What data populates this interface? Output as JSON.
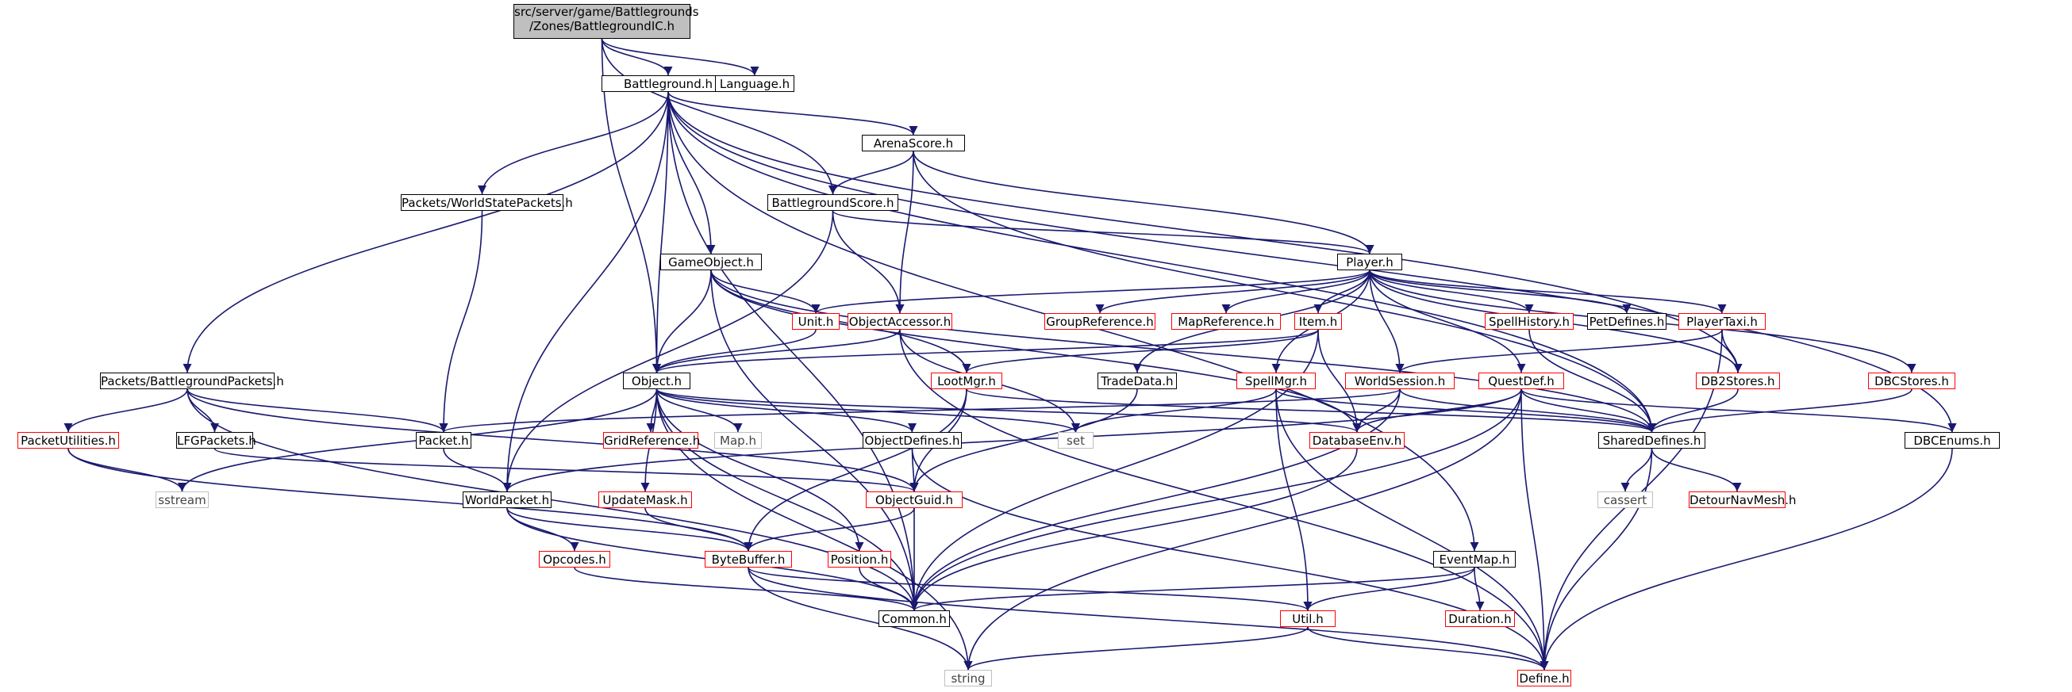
{
  "diagram": {
    "edge_color": "#191970",
    "node_border_colors": {
      "documented": "#000000",
      "incomplete": "#ff0000",
      "external": "#bfbfbf"
    },
    "root_fill": "#bfbfbf",
    "nodes": [
      {
        "id": "root",
        "label": "src/server/game/Battlegrounds\n/Zones/BattlegroundIC.h",
        "kind": "root"
      },
      {
        "id": "battleground",
        "label": "Battleground.h",
        "kind": "normal"
      },
      {
        "id": "language",
        "label": "Language.h",
        "kind": "normal"
      },
      {
        "id": "arenascore",
        "label": "ArenaScore.h",
        "kind": "normal"
      },
      {
        "id": "worldstatepackets",
        "label": "Packets/WorldStatePackets.h",
        "kind": "normal"
      },
      {
        "id": "bgscore",
        "label": "BattlegroundScore.h",
        "kind": "normal"
      },
      {
        "id": "gameobject",
        "label": "GameObject.h",
        "kind": "normal"
      },
      {
        "id": "player",
        "label": "Player.h",
        "kind": "normal"
      },
      {
        "id": "groupref",
        "label": "GroupReference.h",
        "kind": "red"
      },
      {
        "id": "mapref",
        "label": "MapReference.h",
        "kind": "red"
      },
      {
        "id": "item",
        "label": "Item.h",
        "kind": "red"
      },
      {
        "id": "spellhistory",
        "label": "SpellHistory.h",
        "kind": "red"
      },
      {
        "id": "petdefines",
        "label": "PetDefines.h",
        "kind": "normal"
      },
      {
        "id": "playertaxi",
        "label": "PlayerTaxi.h",
        "kind": "red"
      },
      {
        "id": "unit",
        "label": "Unit.h",
        "kind": "red"
      },
      {
        "id": "objectaccessor",
        "label": "ObjectAccessor.h",
        "kind": "red"
      },
      {
        "id": "bgpackets",
        "label": "Packets/BattlegroundPackets.h",
        "kind": "normal"
      },
      {
        "id": "object",
        "label": "Object.h",
        "kind": "normal"
      },
      {
        "id": "lootmgr",
        "label": "LootMgr.h",
        "kind": "red"
      },
      {
        "id": "tradedata",
        "label": "TradeData.h",
        "kind": "normal"
      },
      {
        "id": "spellmgr",
        "label": "SpellMgr.h",
        "kind": "red"
      },
      {
        "id": "worldsession",
        "label": "WorldSession.h",
        "kind": "red"
      },
      {
        "id": "questdef",
        "label": "QuestDef.h",
        "kind": "red"
      },
      {
        "id": "db2stores",
        "label": "DB2Stores.h",
        "kind": "red"
      },
      {
        "id": "dbcstores",
        "label": "DBCStores.h",
        "kind": "red"
      },
      {
        "id": "packetutilities",
        "label": "PacketUtilities.h",
        "kind": "red"
      },
      {
        "id": "lfgpackets",
        "label": "LFGPackets.h",
        "kind": "normal"
      },
      {
        "id": "packet",
        "label": "Packet.h",
        "kind": "normal"
      },
      {
        "id": "gridref",
        "label": "GridReference.h",
        "kind": "red"
      },
      {
        "id": "maph",
        "label": "Map.h",
        "kind": "grey"
      },
      {
        "id": "objectdefines",
        "label": "ObjectDefines.h",
        "kind": "normal"
      },
      {
        "id": "set",
        "label": "set",
        "kind": "grey"
      },
      {
        "id": "databaseenv",
        "label": "DatabaseEnv.h",
        "kind": "red"
      },
      {
        "id": "shareddefines",
        "label": "SharedDefines.h",
        "kind": "normal"
      },
      {
        "id": "dbcenums",
        "label": "DBCEnums.h",
        "kind": "normal"
      },
      {
        "id": "sstream",
        "label": "sstream",
        "kind": "grey"
      },
      {
        "id": "worldpacket",
        "label": "WorldPacket.h",
        "kind": "normal"
      },
      {
        "id": "updatemask",
        "label": "UpdateMask.h",
        "kind": "red"
      },
      {
        "id": "objectguid",
        "label": "ObjectGuid.h",
        "kind": "red"
      },
      {
        "id": "cassert",
        "label": "cassert",
        "kind": "grey"
      },
      {
        "id": "detour",
        "label": "DetourNavMesh.h",
        "kind": "red"
      },
      {
        "id": "opcodes",
        "label": "Opcodes.h",
        "kind": "red"
      },
      {
        "id": "bytebuffer",
        "label": "ByteBuffer.h",
        "kind": "red"
      },
      {
        "id": "position",
        "label": "Position.h",
        "kind": "red"
      },
      {
        "id": "eventmap",
        "label": "EventMap.h",
        "kind": "normal"
      },
      {
        "id": "common",
        "label": "Common.h",
        "kind": "normal"
      },
      {
        "id": "duration",
        "label": "Duration.h",
        "kind": "red"
      },
      {
        "id": "util",
        "label": "Util.h",
        "kind": "red"
      },
      {
        "id": "string",
        "label": "string",
        "kind": "grey"
      },
      {
        "id": "define",
        "label": "Define.h",
        "kind": "red"
      }
    ],
    "edges": [
      [
        "root",
        "battleground"
      ],
      [
        "root",
        "language"
      ],
      [
        "root",
        "object"
      ],
      [
        "root",
        "bgscore"
      ],
      [
        "battleground",
        "arenascore"
      ],
      [
        "battleground",
        "worldstatepackets"
      ],
      [
        "battleground",
        "gameobject"
      ],
      [
        "battleground",
        "object"
      ],
      [
        "battleground",
        "bgpackets"
      ],
      [
        "battleground",
        "worldpacket"
      ],
      [
        "battleground",
        "shareddefines"
      ],
      [
        "battleground",
        "dbcenums"
      ],
      [
        "battleground",
        "eventmap"
      ],
      [
        "battleground",
        "common"
      ],
      [
        "battleground",
        "db2stores"
      ],
      [
        "arenascore",
        "bgscore"
      ],
      [
        "arenascore",
        "player"
      ],
      [
        "arenascore",
        "objectaccessor"
      ],
      [
        "arenascore",
        "shareddefines"
      ],
      [
        "worldstatepackets",
        "packet"
      ],
      [
        "bgscore",
        "player"
      ],
      [
        "bgscore",
        "objectaccessor"
      ],
      [
        "bgscore",
        "worldpacket"
      ],
      [
        "gameobject",
        "object"
      ],
      [
        "gameobject",
        "unit"
      ],
      [
        "gameobject",
        "lootmgr"
      ],
      [
        "gameobject",
        "databaseenv"
      ],
      [
        "gameobject",
        "shareddefines"
      ],
      [
        "gameobject",
        "common"
      ],
      [
        "player",
        "groupref"
      ],
      [
        "player",
        "mapref"
      ],
      [
        "player",
        "item"
      ],
      [
        "player",
        "spellhistory"
      ],
      [
        "player",
        "petdefines"
      ],
      [
        "player",
        "playertaxi"
      ],
      [
        "player",
        "unit"
      ],
      [
        "player",
        "tradedata"
      ],
      [
        "player",
        "spellmgr"
      ],
      [
        "player",
        "worldsession"
      ],
      [
        "player",
        "questdef"
      ],
      [
        "player",
        "db2stores"
      ],
      [
        "player",
        "dbcstores"
      ],
      [
        "item",
        "object"
      ],
      [
        "item",
        "lootmgr"
      ],
      [
        "item",
        "databaseenv"
      ],
      [
        "item",
        "common"
      ],
      [
        "spellhistory",
        "shareddefines"
      ],
      [
        "playertaxi",
        "worldsession"
      ],
      [
        "playertaxi",
        "db2stores"
      ],
      [
        "playertaxi",
        "define"
      ],
      [
        "unit",
        "object"
      ],
      [
        "objectaccessor",
        "object"
      ],
      [
        "objectaccessor",
        "set"
      ],
      [
        "objectaccessor",
        "define"
      ],
      [
        "bgpackets",
        "packetutilities"
      ],
      [
        "bgpackets",
        "lfgpackets"
      ],
      [
        "bgpackets",
        "packet"
      ],
      [
        "bgpackets",
        "objectguid"
      ],
      [
        "bgpackets",
        "common"
      ],
      [
        "object",
        "gridref"
      ],
      [
        "object",
        "maph"
      ],
      [
        "object",
        "objectdefines"
      ],
      [
        "object",
        "set"
      ],
      [
        "object",
        "updatemask"
      ],
      [
        "object",
        "position"
      ],
      [
        "object",
        "common"
      ],
      [
        "object",
        "sstream"
      ],
      [
        "object",
        "string"
      ],
      [
        "object",
        "databaseenv"
      ],
      [
        "lootmgr",
        "objectguid"
      ],
      [
        "lootmgr",
        "bytebuffer"
      ],
      [
        "lootmgr",
        "shareddefines"
      ],
      [
        "tradedata",
        "objectguid"
      ],
      [
        "spellmgr",
        "set"
      ],
      [
        "spellmgr",
        "util"
      ],
      [
        "spellmgr",
        "shareddefines"
      ],
      [
        "spellmgr",
        "define"
      ],
      [
        "worldsession",
        "packet"
      ],
      [
        "worldsession",
        "databaseenv"
      ],
      [
        "worldsession",
        "shareddefines"
      ],
      [
        "worldsession",
        "common"
      ],
      [
        "questdef",
        "databaseenv"
      ],
      [
        "questdef",
        "shareddefines"
      ],
      [
        "questdef",
        "dbcenums"
      ],
      [
        "questdef",
        "worldpacket"
      ],
      [
        "questdef",
        "string"
      ],
      [
        "questdef",
        "define"
      ],
      [
        "questdef",
        "common"
      ],
      [
        "db2stores",
        "shareddefines"
      ],
      [
        "dbcstores",
        "shareddefines"
      ],
      [
        "packetutilities",
        "sstream"
      ],
      [
        "packetutilities",
        "bytebuffer"
      ],
      [
        "lfgpackets",
        "objectguid"
      ],
      [
        "packet",
        "worldpacket"
      ],
      [
        "objectdefines",
        "objectguid"
      ],
      [
        "objectdefines",
        "define"
      ],
      [
        "databaseenv",
        "common"
      ],
      [
        "shareddefines",
        "cassert"
      ],
      [
        "shareddefines",
        "detour"
      ],
      [
        "shareddefines",
        "define"
      ],
      [
        "dbcenums",
        "define"
      ],
      [
        "worldpacket",
        "opcodes"
      ],
      [
        "worldpacket",
        "bytebuffer"
      ],
      [
        "worldpacket",
        "common"
      ],
      [
        "updatemask",
        "bytebuffer"
      ],
      [
        "objectguid",
        "bytebuffer"
      ],
      [
        "objectguid",
        "common"
      ],
      [
        "opcodes",
        "common"
      ],
      [
        "bytebuffer",
        "util"
      ],
      [
        "bytebuffer",
        "string"
      ],
      [
        "bytebuffer",
        "define"
      ],
      [
        "position",
        "common"
      ],
      [
        "eventmap",
        "common"
      ],
      [
        "eventmap",
        "duration"
      ],
      [
        "eventmap",
        "util"
      ],
      [
        "util",
        "string"
      ],
      [
        "util",
        "define"
      ]
    ]
  }
}
